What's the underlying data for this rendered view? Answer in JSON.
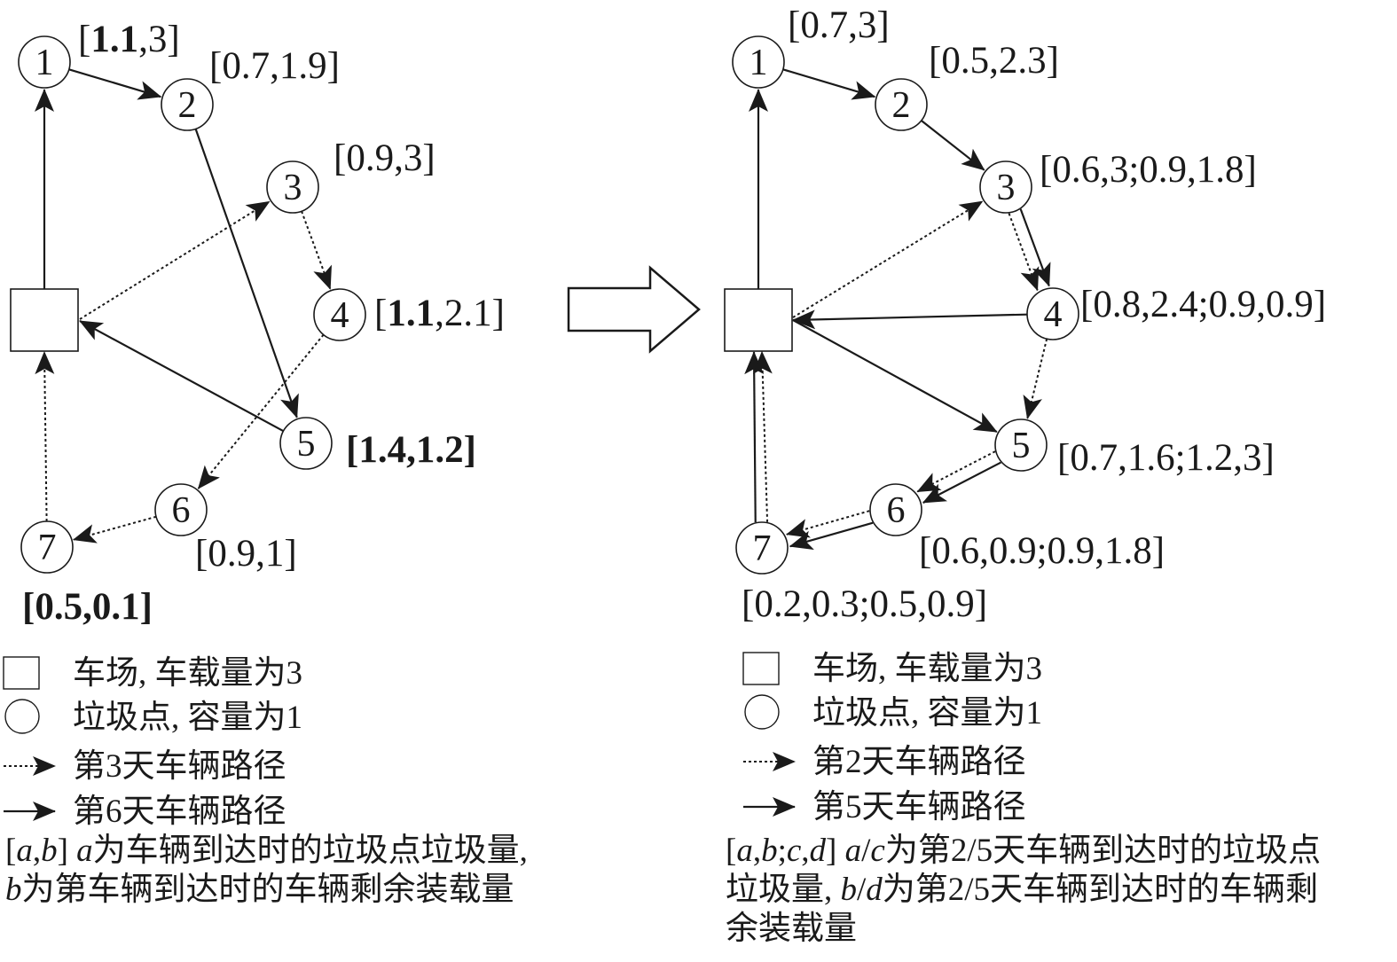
{
  "left": {
    "nodes": [
      {
        "id": "1",
        "label_parts": [
          {
            "t": "[",
            "b": false
          },
          {
            "t": "1.1",
            "b": true
          },
          {
            "t": ",3]",
            "b": false
          }
        ]
      },
      {
        "id": "2",
        "label_parts": [
          {
            "t": "[0.7,1.9]",
            "b": false
          }
        ]
      },
      {
        "id": "3",
        "label_parts": [
          {
            "t": "[0.9,3]",
            "b": false
          }
        ]
      },
      {
        "id": "4",
        "label_parts": [
          {
            "t": "[",
            "b": false
          },
          {
            "t": "1.1",
            "b": true
          },
          {
            "t": ",2.1]",
            "b": false
          }
        ]
      },
      {
        "id": "5",
        "label_parts": [
          {
            "t": "[1.4,1.2]",
            "b": true
          }
        ]
      },
      {
        "id": "6",
        "label_parts": [
          {
            "t": "[0.9,1]",
            "b": false
          }
        ]
      },
      {
        "id": "7",
        "label_parts": [
          {
            "t": "[0.5,0.1]",
            "b": true
          }
        ]
      }
    ],
    "legend": {
      "depot": "车场, 车载量为3",
      "point": "垃圾点, 容量为1",
      "dotted": "第3天车辆路径",
      "solid": "第6天车辆路径"
    },
    "note_line1": {
      "prefix": "[",
      "a": "a",
      "comma": ",",
      "b": "b",
      "suffix": "]",
      "a2": "a",
      "rest": "为车辆到达时的垃圾点垃圾量,"
    },
    "note_line2": {
      "b": "b",
      "rest": "为第车辆到达时的车辆剩余装载量"
    }
  },
  "right": {
    "nodes": [
      {
        "id": "1",
        "label_parts": [
          {
            "t": "[0.7,3]",
            "b": false
          }
        ]
      },
      {
        "id": "2",
        "label_parts": [
          {
            "t": "[0.5,2.3]",
            "b": false
          }
        ]
      },
      {
        "id": "3",
        "label_parts": [
          {
            "t": "[0.6,3;0.9,1.8]",
            "b": false
          }
        ]
      },
      {
        "id": "4",
        "label_parts": [
          {
            "t": "[0.8,2.4;0.9,0.9]",
            "b": false
          }
        ]
      },
      {
        "id": "5",
        "label_parts": [
          {
            "t": "[0.7,1.6;1.2,3]",
            "b": false
          }
        ]
      },
      {
        "id": "6",
        "label_parts": [
          {
            "t": "[0.6,0.9;0.9,1.8]",
            "b": false
          }
        ]
      },
      {
        "id": "7",
        "label_parts": [
          {
            "t": "[0.2,0.3;0.5,0.9]",
            "b": false
          }
        ]
      }
    ],
    "legend": {
      "depot": "车场, 车载量为3",
      "point": "垃圾点, 容量为1",
      "dotted": "第2天车辆路径",
      "solid": "第5天车辆路径"
    },
    "note_line1": {
      "prefix": "[",
      "a": "a",
      "c1": ",",
      "b": "b",
      "semi": ";",
      "c": "c",
      "c2": ",",
      "d": "d",
      "suffix": "] ",
      "a2": "a",
      "slash": "/",
      "c3": "c",
      "rest": "为第2/5天车辆到达时的垃圾点"
    },
    "note_line2": {
      "pre": "垃圾量, ",
      "b": "b",
      "slash": "/",
      "d": "d",
      "rest": "为第2/5天车辆到达时的车辆剩"
    },
    "note_line3": "余装载量"
  }
}
